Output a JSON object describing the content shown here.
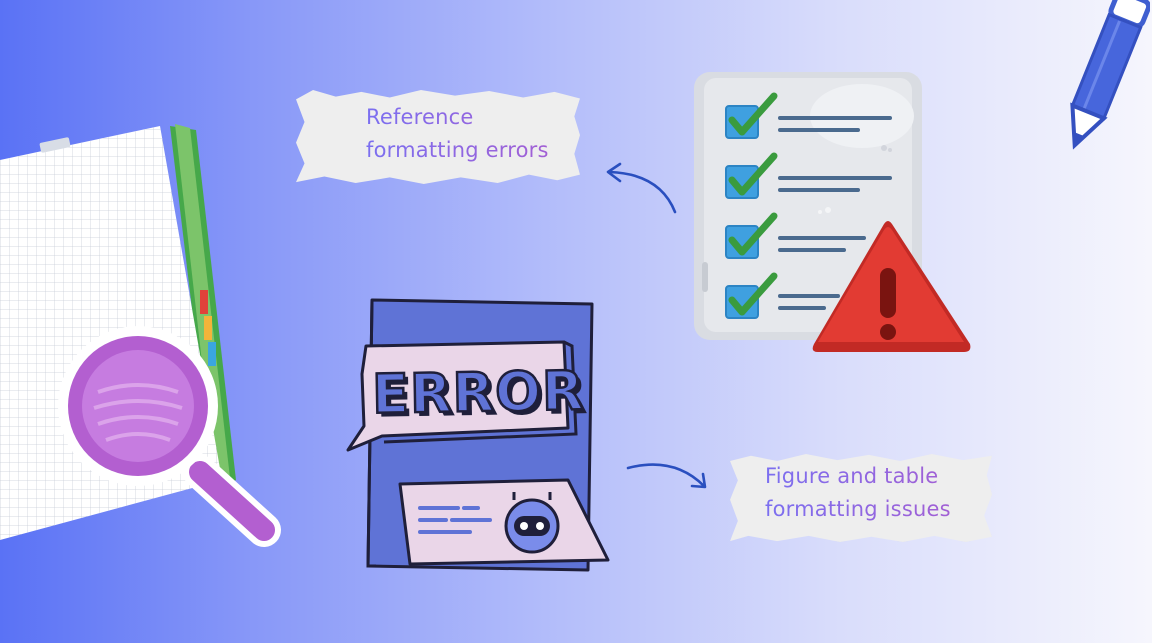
{
  "colors": {
    "background_left": "#5a72f5",
    "background_right": "#f6f6fd",
    "note_text_start": "#7b6ff0",
    "note_text_end": "#a25fd4",
    "arrow": "#2a4fbf",
    "card": "#5f73d6",
    "warning": "#e23b33",
    "check": "#3a9b3e",
    "checkbox": "#3fa0e0"
  },
  "notes": {
    "reference": {
      "line1": "Reference",
      "line2": "formatting errors"
    },
    "figure": {
      "line1": "Figure and table",
      "line2": "formatting issues"
    }
  },
  "error_card": {
    "label": "ERROR"
  },
  "icons": {
    "notebook": "notebook-grid-icon",
    "magnifier": "magnifying-glass-icon",
    "pencil": "pencil-icon",
    "checklist": "checklist-icon",
    "warning": "warning-triangle-icon",
    "robot": "robot-icon"
  }
}
